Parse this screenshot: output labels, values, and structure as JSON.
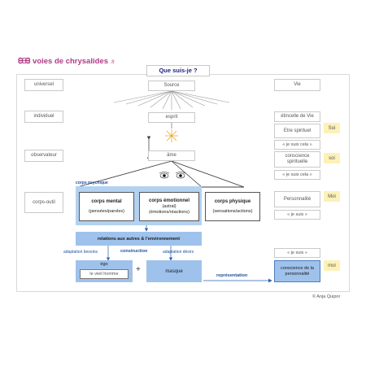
{
  "brand": {
    "name": "voies de chrysalides",
    "suffix": ".fr"
  },
  "title": "Que suis-je ?",
  "levels": {
    "universel": "universel",
    "individuel": "individuel",
    "observateur": "observateur",
    "corps_outil": "corps-outil"
  },
  "center": {
    "source": "Source",
    "esprit": "esprit",
    "ame": "âme"
  },
  "right": {
    "vie": "Vie",
    "etincelle": "étincelle de Vie",
    "etre_spirituel": "Etre spirituel",
    "je_suis_cela_1": "« je suis cela »",
    "conscience_spirituelle": "conscience spirituelle",
    "je_suis_cela_2": "« je suis cela »",
    "personnalite": "Personnalité",
    "je_suis_1": "« je suis »",
    "je_suis_2": "« je suis »",
    "conscience_personnalite": "conscience de la personnalité"
  },
  "tags": {
    "soi_1": "Soi",
    "soi_2": "soi",
    "moi_1": "Moi",
    "moi_2": "moi"
  },
  "psychique": {
    "label": "corps psychique",
    "mental_title": "corps mental",
    "mental_sub": "(pensées/paroles)",
    "emotionnel_title": "corps émotionnel",
    "emotionnel_astral": "(astral)",
    "emotionnel_sub": "(émotions/réactions)"
  },
  "physique": {
    "title": "corps physique",
    "sub": "(sensations/actions)"
  },
  "relations": "relations aux autres & l'environnement",
  "construction": "construction",
  "adaptation_besoins": "adaptation besoins",
  "adaptation_desirs": "adaptation désirs",
  "ego": "égo",
  "vieil_homme": "le vieil homme",
  "plus": "+",
  "masque": "masque",
  "representation": "représentation",
  "copyright": "© Anja Quipor",
  "colors": {
    "brand": "#b23b86",
    "title": "#1a237e",
    "blue_fill": "#9fc2ec",
    "yellow_tag": "#fdf1b9",
    "arrow_blue": "#2b62b5"
  }
}
